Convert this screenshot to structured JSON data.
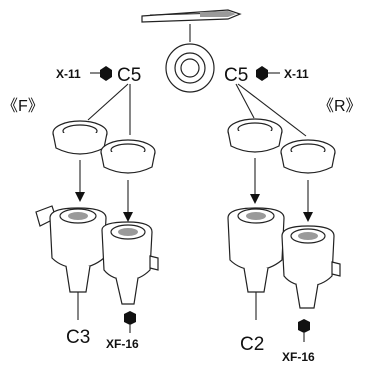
{
  "labels": {
    "center_marker": "X-11",
    "center_tool_letter": "C5",
    "left_section": "《F》",
    "right_section": "《R》",
    "left_bottom": "C3",
    "right_bottom": "C2",
    "left_part": "XF-16",
    "right_part": "XF-16"
  },
  "colors": {
    "ink": "#111111",
    "shade": "#9a9a9a",
    "background": "#ffffff"
  },
  "icons": [
    "hex-nut-icon",
    "tweezers-icon"
  ]
}
